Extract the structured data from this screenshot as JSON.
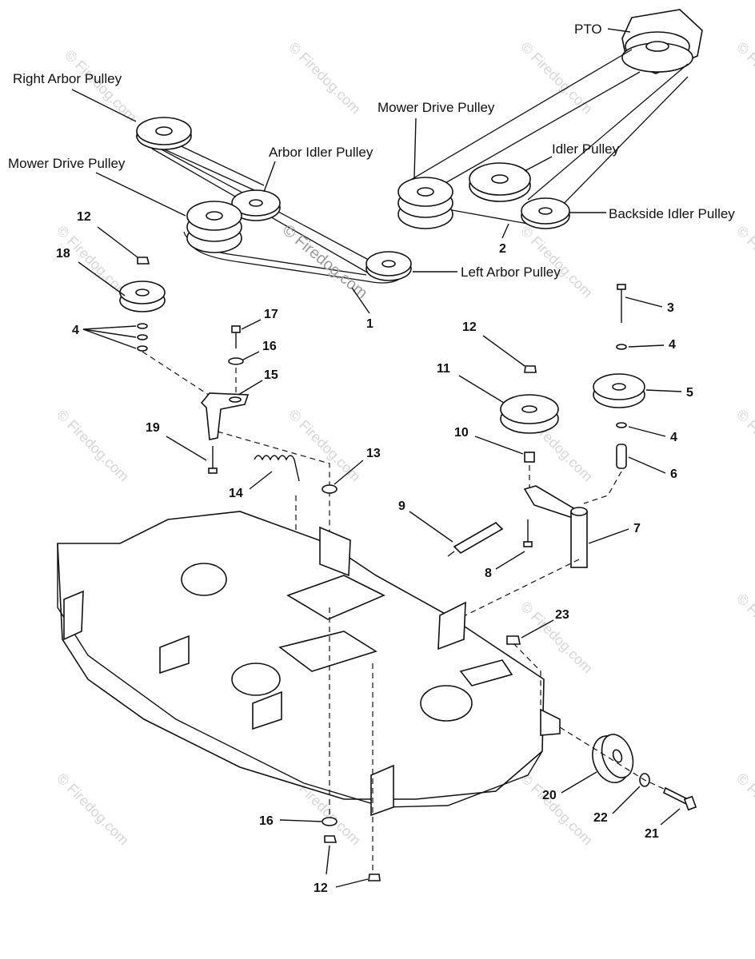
{
  "labels": {
    "pto": "PTO",
    "right_arbor": "Right Arbor Pulley",
    "mower_drive_top": "Mower Drive Pulley",
    "idler": "Idler Pulley",
    "arbor_idler": "Arbor Idler Pulley",
    "mower_drive_left": "Mower Drive Pulley",
    "backside_idler": "Backside Idler Pulley",
    "left_arbor": "Left Arbor Pulley"
  },
  "callouts": {
    "n1": "1",
    "n2": "2",
    "n3": "3",
    "n4a": "4",
    "n4b": "4",
    "n4c": "4",
    "n5": "5",
    "n6": "6",
    "n7": "7",
    "n8": "8",
    "n9": "9",
    "n10": "10",
    "n11": "11",
    "n12a": "12",
    "n12b": "12",
    "n12c": "12",
    "n13": "13",
    "n14": "14",
    "n15": "15",
    "n16a": "16",
    "n16b": "16",
    "n17": "17",
    "n18": "18",
    "n19": "19",
    "n20": "20",
    "n21": "21",
    "n22": "22",
    "n23": "23"
  },
  "watermark": {
    "main": "© Firedog.com",
    "repeat": "© Firedog.com"
  }
}
